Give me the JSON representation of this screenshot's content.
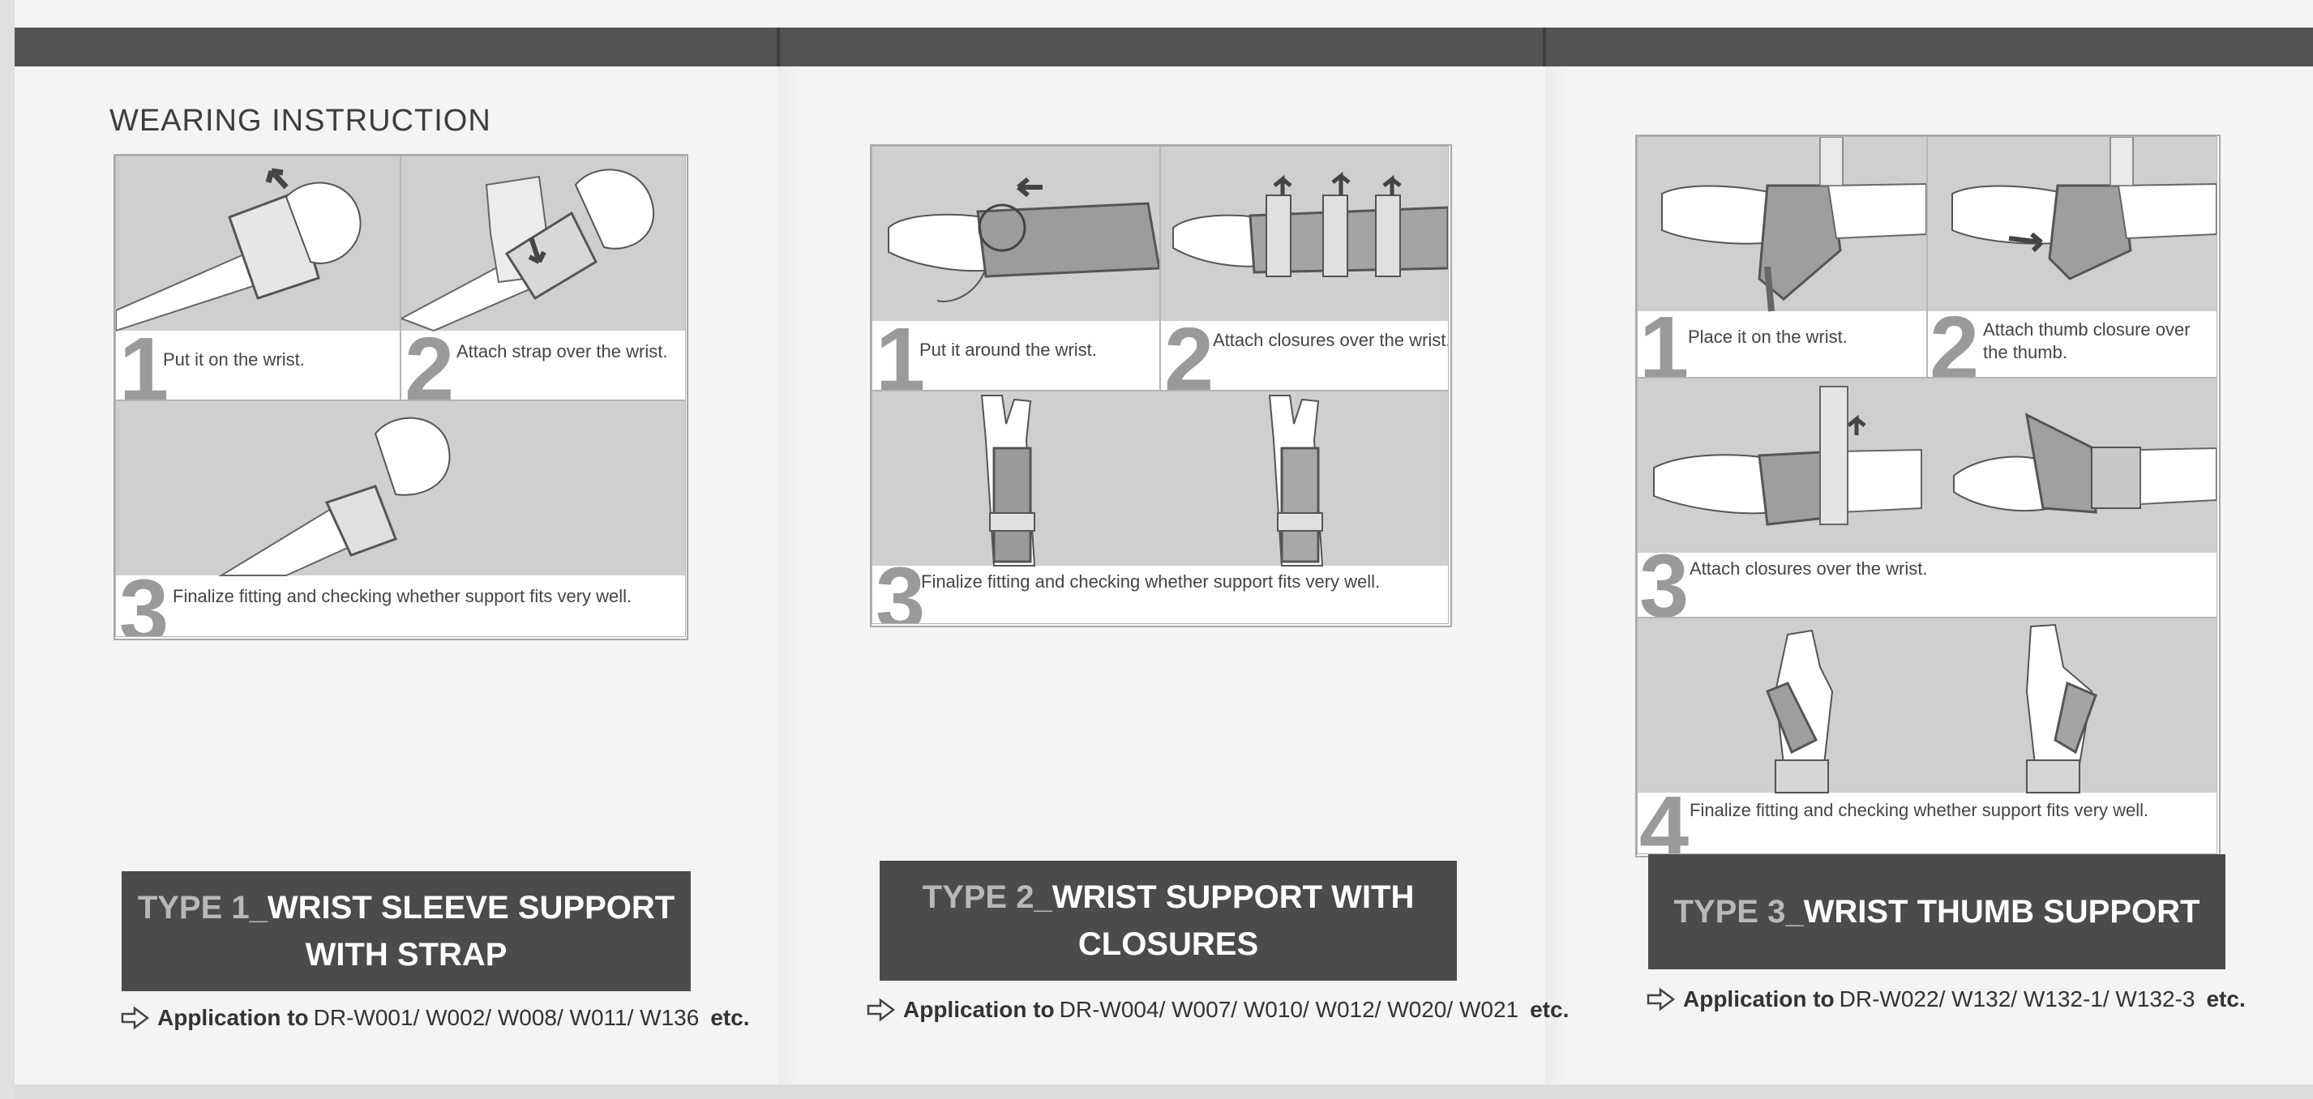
{
  "heading": "WEARING INSTRUCTION",
  "colors": {
    "bar": "#545454",
    "panel": "#4b4b4b",
    "illustration": "#cfcfcf",
    "number": "#9a9a9a"
  },
  "icons": {
    "application": "arrow-right-outline-icon"
  },
  "types": [
    {
      "prefix": "TYPE 1_",
      "title_line1": "WRIST SLEEVE SUPPORT",
      "title_line2": "WITH STRAP",
      "application_label": "Application to",
      "application_models": "DR-W001/ W002/ W008/ W011/ W136",
      "application_etc": "etc.",
      "steps": [
        {
          "num": "1",
          "text": "Put it on the wrist."
        },
        {
          "num": "2",
          "text": "Attach strap over the wrist."
        },
        {
          "num": "3",
          "text": "Finalize fitting and checking whether support fits very well."
        }
      ]
    },
    {
      "prefix": "TYPE 2_",
      "title_line1": "WRIST SUPPORT WITH",
      "title_line2": "CLOSURES",
      "application_label": "Application to",
      "application_models": "DR-W004/ W007/ W010/ W012/ W020/ W021",
      "application_etc": "etc.",
      "steps": [
        {
          "num": "1",
          "text": "Put it around the wrist."
        },
        {
          "num": "2",
          "text": "Attach closures over the wrist."
        },
        {
          "num": "3",
          "text": "Finalize fitting and checking whether support fits very well."
        }
      ]
    },
    {
      "prefix": "TYPE 3_",
      "title_line1": "WRIST THUMB SUPPORT",
      "title_line2": "",
      "application_label": "Application to",
      "application_models": "DR-W022/ W132/ W132-1/ W132-3",
      "application_etc": "etc.",
      "steps": [
        {
          "num": "1",
          "text": "Place it on the wrist."
        },
        {
          "num": "2",
          "text": "Attach thumb closure over the thumb."
        },
        {
          "num": "3",
          "text": "Attach closures over the wrist."
        },
        {
          "num": "4",
          "text": "Finalize fitting and checking whether support fits very well."
        }
      ]
    }
  ]
}
